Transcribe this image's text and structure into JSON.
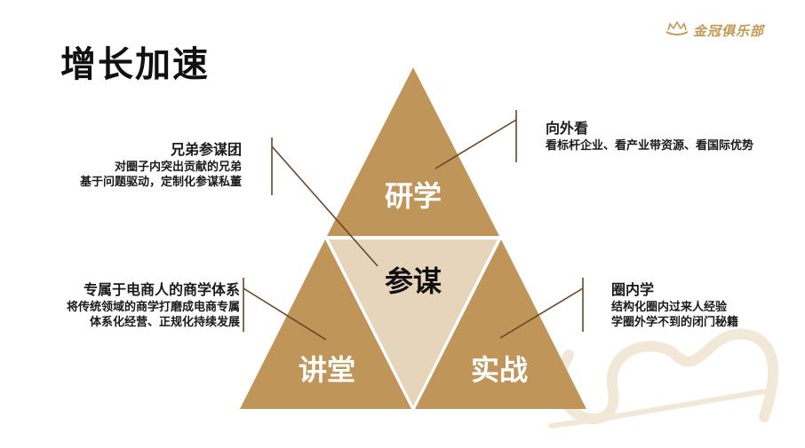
{
  "page": {
    "title": "增长加速",
    "logo": {
      "icon": "crown-icon",
      "text": "金冠俱乐部"
    }
  },
  "colors": {
    "gold": "#bf955a",
    "light_gold": "#e6d5bb",
    "line": "#6b4422",
    "logo": "#c39a55"
  },
  "pyramid": {
    "top": "研学",
    "center": "参谋",
    "bottom_left": "讲堂",
    "bottom_right": "实战"
  },
  "callouts": {
    "center": {
      "heading": "兄弟参谋团",
      "lines": [
        "对圈子内突出贡献的兄弟",
        "基于问题驱动，定制化参谋私董"
      ]
    },
    "top": {
      "heading": "向外看",
      "lines": [
        "看标杆企业、看产业带资源、看国际优势"
      ]
    },
    "bottom_left": {
      "heading": "专属于电商人的商学体系",
      "lines": [
        "将传统领域的商学打磨成电商专属",
        "体系化经营、正规化持续发展"
      ]
    },
    "bottom_right": {
      "heading": "圈内学",
      "lines": [
        "结构化圈内过来人经验",
        "学圈外学不到的闭门秘籍"
      ]
    }
  }
}
